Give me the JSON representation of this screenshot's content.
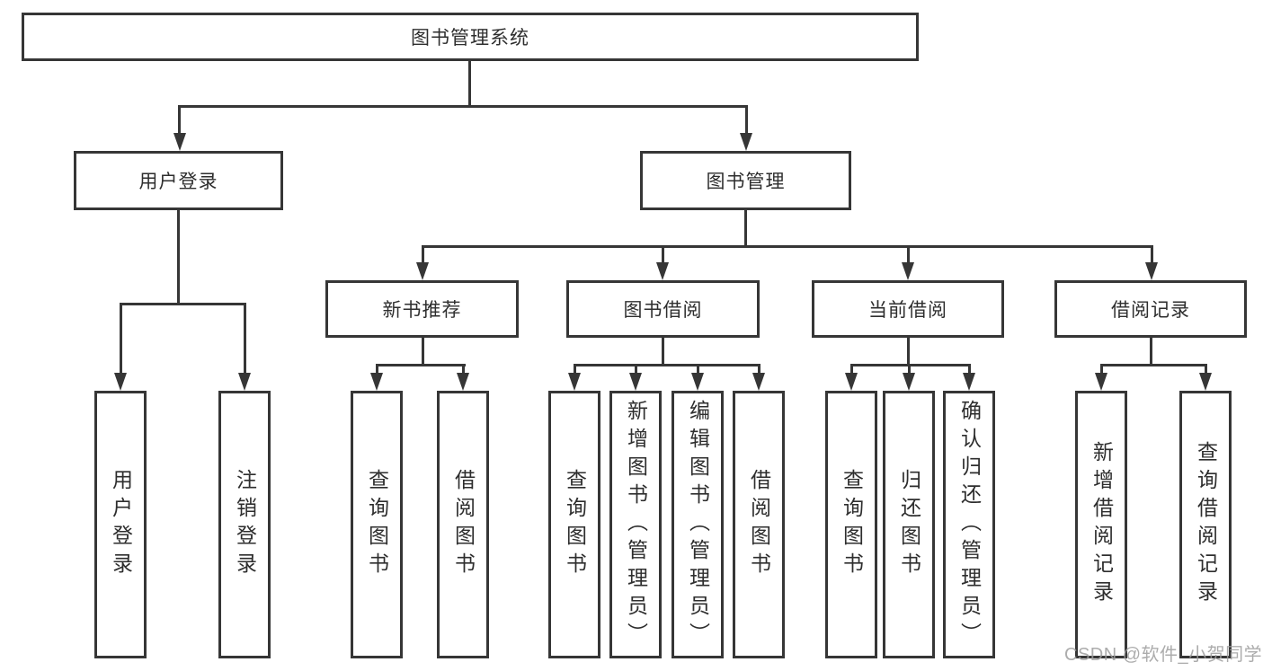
{
  "diagram": {
    "root": {
      "label": "图书管理系统"
    },
    "level2": [
      {
        "label": "用户登录",
        "children": [
          {
            "label": "用户登录"
          },
          {
            "label": "注销登录"
          }
        ]
      },
      {
        "label": "图书管理",
        "children": [
          {
            "label": "新书推荐",
            "children": [
              {
                "label": "查询图书"
              },
              {
                "label": "借阅图书"
              }
            ]
          },
          {
            "label": "图书借阅",
            "children": [
              {
                "label": "查询图书"
              },
              {
                "label": "新增图书（管理员）"
              },
              {
                "label": "编辑图书（管理员）"
              },
              {
                "label": "借阅图书"
              }
            ]
          },
          {
            "label": "当前借阅",
            "children": [
              {
                "label": "查询图书"
              },
              {
                "label": "归还图书"
              },
              {
                "label": "确认归还（管理员）"
              }
            ]
          },
          {
            "label": "借阅记录",
            "children": [
              {
                "label": "新增借阅记录"
              },
              {
                "label": "查询借阅记录"
              }
            ]
          }
        ]
      }
    ],
    "watermark": "CSDN @软件_小贺同学",
    "colors": {
      "line": "#363636",
      "box_background": "#ffffff",
      "text": "#2e2e2e",
      "watermark": "#9e9e9e",
      "page_background": "#ffffff"
    }
  }
}
